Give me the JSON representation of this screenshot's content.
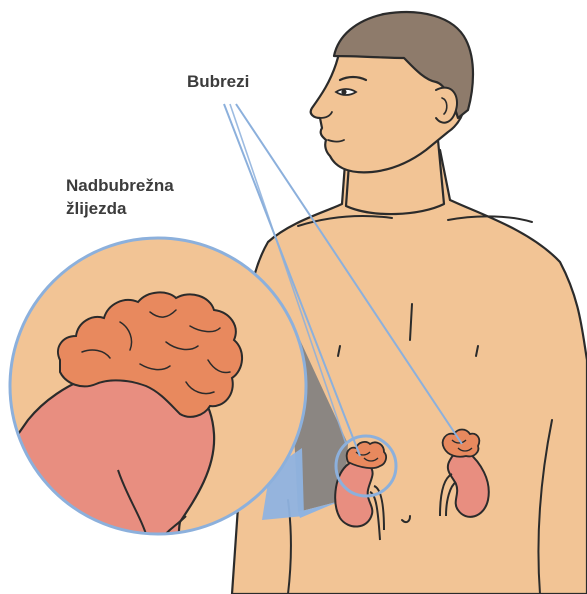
{
  "labels": {
    "kidneys": "Bubrezi",
    "adrenal_gland_line1": "Nadbubrežna",
    "adrenal_gland_line2": "žlijezda"
  },
  "colors": {
    "skin": "#f2c495",
    "outline": "#2b2b2b",
    "hair": "#8e7b6b",
    "kidney": "#e88e80",
    "adrenal": "#e8895e",
    "pointer_line": "#8cb0dc",
    "zoom_shadow_gray": "#7f7f7f",
    "zoom_shadow_blue": "#8fb3e0",
    "label_text": "#3c3c3c"
  }
}
